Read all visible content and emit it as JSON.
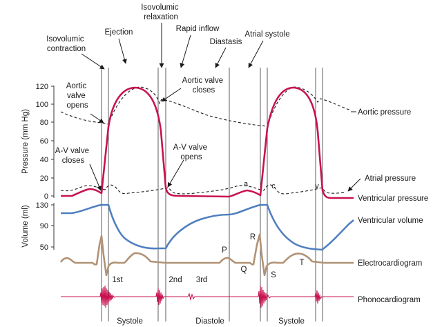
{
  "phase_labels": {
    "isovolumic_contraction": [
      "Isovolumic",
      "contraction"
    ],
    "ejection": "Ejection",
    "isovolumic_relaxation": [
      "Isovolumic",
      "relaxation"
    ],
    "rapid_inflow": "Rapid inflow",
    "diastasis": "Diastasis",
    "atrial_systole": "Atrial systole"
  },
  "pressure_axis": {
    "label": "Pressure (mm Hg)",
    "ticks": [
      "120",
      "100",
      "80",
      "60",
      "40",
      "20",
      "0"
    ]
  },
  "volume_axis": {
    "label": "Volume (ml)",
    "ticks": [
      "130",
      "90",
      "50"
    ]
  },
  "annotations": {
    "aortic_valve_opens": [
      "Aortic",
      "valve",
      "opens"
    ],
    "aortic_valve_closes": [
      "Aortic valve",
      "closes"
    ],
    "av_valve_closes": [
      "A-V valve",
      "closes"
    ],
    "av_valve_opens": [
      "A-V valve",
      "opens"
    ],
    "wave_a": "a",
    "wave_c": "c",
    "wave_v": "v"
  },
  "ecg_labels": {
    "P": "P",
    "Q": "Q",
    "R": "R",
    "S": "S",
    "T": "T"
  },
  "heart_sounds": {
    "first": "1st",
    "second": "2nd",
    "third": "3rd"
  },
  "trace_labels": {
    "aortic_pressure": "Aortic pressure",
    "atrial_pressure": "Atrial pressure",
    "ventricular_pressure": "Ventricular pressure",
    "ventricular_volume": "Ventricular volume",
    "electrocardiogram": "Electrocardiogram",
    "phonocardiogram": "Phonocardiogram"
  },
  "bottom_labels": {
    "systole_1": "Systole",
    "diastole": "Diastole",
    "systole_2": "Systole"
  },
  "colors": {
    "ventricular_pressure": "#c8134f",
    "ventricular_volume": "#4f7fc0",
    "electrocardiogram": "#b09275",
    "phonocardiogram": "#c8134f",
    "dashed_traces": "#1a1a1a",
    "grid": "#333333"
  }
}
